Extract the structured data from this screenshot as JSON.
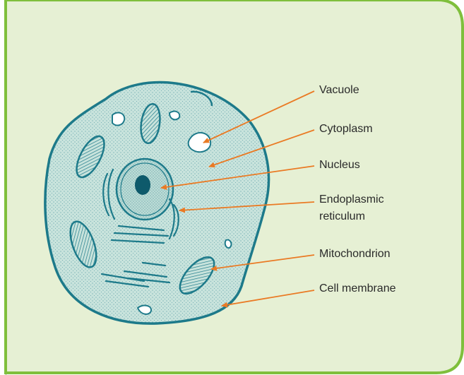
{
  "colors": {
    "panel_fill": "#e6f0d4",
    "panel_stroke": "#7fbf3c",
    "cell_fill": "#c8e3dc",
    "cell_stroke": "#1d7a8a",
    "arrow": "#ea7a24"
  },
  "labels": {
    "vacuole": "Vacuole",
    "cytoplasm": "Cytoplasm",
    "nucleus": "Nucleus",
    "er_line1": "Endoplasmic",
    "er_line2": "reticulum",
    "mitochondrion": "Mitochondrion",
    "cell_membrane": "Cell membrane"
  }
}
